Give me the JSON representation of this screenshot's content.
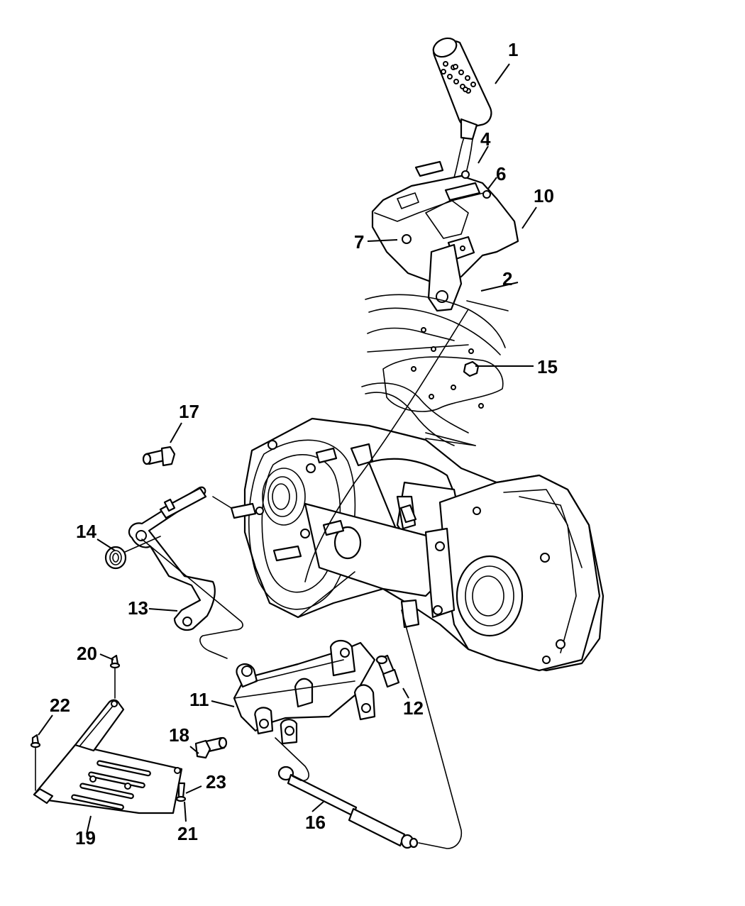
{
  "diagram": {
    "title": "Transfer case shifter and linkage exploded parts diagram",
    "line_color": "#000000",
    "background_color": "#ffffff",
    "parts": [
      {
        "callout": "1",
        "part": "shift-knob"
      },
      {
        "callout": "2",
        "part": "shift-lever-lower-arm"
      },
      {
        "callout": "4",
        "part": "shifter-mount-screw"
      },
      {
        "callout": "6",
        "part": "shifter-pivot-fastener"
      },
      {
        "callout": "7",
        "part": "shifter-base-bolt"
      },
      {
        "callout": "10",
        "part": "shifter-assembly-housing"
      },
      {
        "callout": "11",
        "part": "shift-bracket"
      },
      {
        "callout": "12",
        "part": "bracket-bolt"
      },
      {
        "callout": "13",
        "part": "shift-lever-arm"
      },
      {
        "callout": "14",
        "part": "lever-nut"
      },
      {
        "callout": "15",
        "part": "floor-nut"
      },
      {
        "callout": "16",
        "part": "shift-rod"
      },
      {
        "callout": "17",
        "part": "mounting-bolt"
      },
      {
        "callout": "18",
        "part": "bracket-bolt-2"
      },
      {
        "callout": "19",
        "part": "skid-plate"
      },
      {
        "callout": "20",
        "part": "skid-plate-bolt-upper"
      },
      {
        "callout": "21",
        "part": "skid-plate-bolt-lower"
      },
      {
        "callout": "22",
        "part": "skid-plate-bolt-left"
      },
      {
        "callout": "23",
        "part": "skid-plate-washer"
      }
    ],
    "labels": {
      "c1": "1",
      "c2": "2",
      "c4": "4",
      "c6": "6",
      "c7": "7",
      "c10": "10",
      "c11": "11",
      "c12": "12",
      "c13": "13",
      "c14": "14",
      "c15": "15",
      "c16": "16",
      "c17": "17",
      "c18": "18",
      "c19": "19",
      "c20": "20",
      "c21": "21",
      "c22": "22",
      "c23": "23"
    }
  }
}
